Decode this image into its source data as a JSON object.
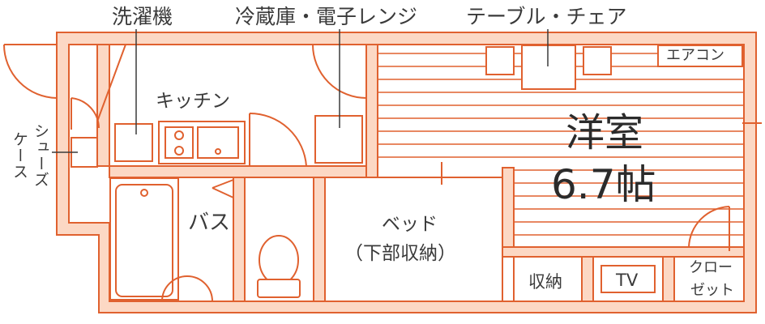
{
  "callouts": {
    "washer": "洗濯機",
    "fridge_range": "冷蔵庫・電子レンジ",
    "table_chair": "テーブル・チェア"
  },
  "rooms": {
    "kitchen": "キッチン",
    "bath": "バス",
    "shoe_case_col1": "シューズ",
    "shoe_case_col2": "ケース",
    "bed_line1": "ベッド",
    "bed_line2": "（下部収納）",
    "western_room_name": "洋室",
    "western_room_size": "6.7帖",
    "storage": "収納",
    "tv": "TV",
    "closet_line1": "クロー",
    "closet_line2": "ゼット",
    "aircon": "エアコン"
  },
  "colors": {
    "wall_fill": "#fcd8c4",
    "line": "#e0612f",
    "text": "#3a3a3a"
  }
}
